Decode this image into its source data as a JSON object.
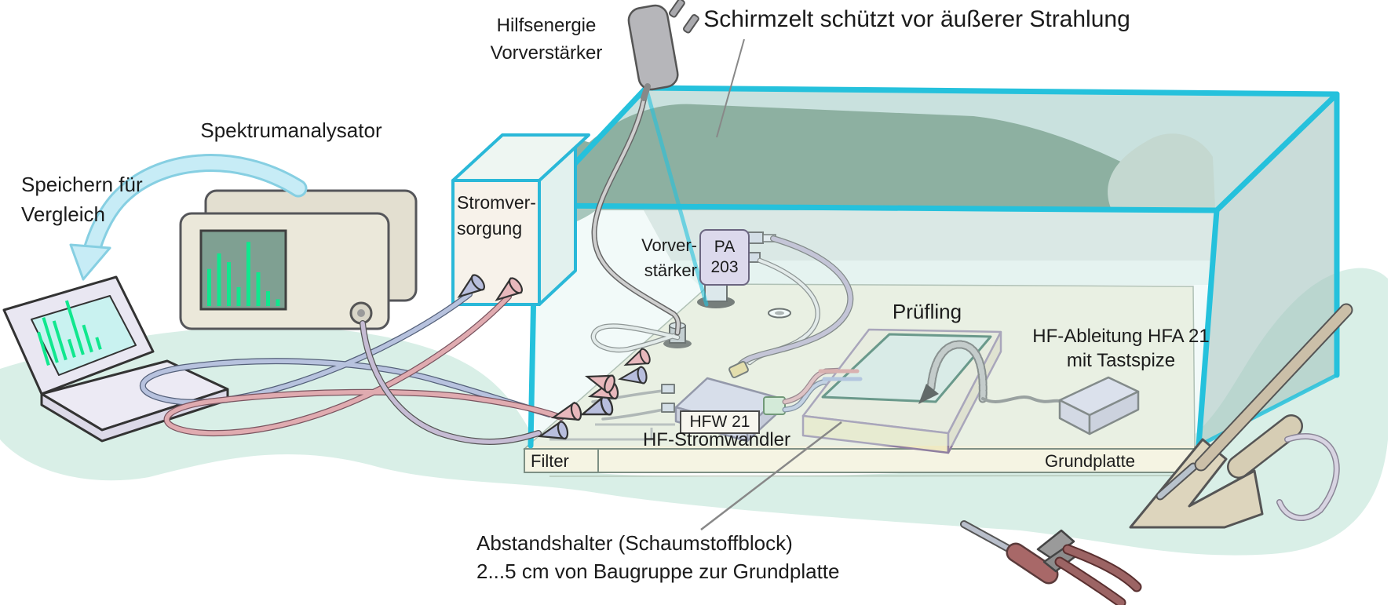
{
  "title": {
    "text": "Schirmzelt schützt vor äußerer Strahlung"
  },
  "labels": {
    "hilfsenergie_line1": "Hilfsenergie",
    "hilfsenergie_line2": "Vorverstärker",
    "spektrumanalysator": "Spektrumanalysator",
    "speichern_line1": "Speichern für",
    "speichern_line2": "Vergleich",
    "stromversorgung_line1": "Stromver-",
    "stromversorgung_line2": "sorgung",
    "vorverstaerker_line1": "Vorver-",
    "vorverstaerker_line2": "stärker",
    "pa_line1": "PA",
    "pa_line2": "203",
    "pruefling": "Prüfling",
    "hf_ableitung_line1": "HF-Ableitung HFA 21",
    "hf_ableitung_line2": "mit Tastspize",
    "hfw": "HFW 21",
    "hf_stromwandler": "HF-Stromwandler",
    "filter": "Filter",
    "grundplatte": "Grundplatte",
    "abstandshalter_line1": "Abstandshalter (Schaumstoffblock)",
    "abstandshalter_line2": "2...5 cm von Baugruppe zur Grundplatte"
  },
  "colors": {
    "frame_cyan": "#25c1dc",
    "mint": "#d9efe7",
    "drape_sage": "#8db0a1",
    "drape_light": "#c4d8d0",
    "spectrum_green": "#10e78e",
    "cable_pink": "#e0abb0",
    "cable_blue": "#b7c2de",
    "cable_lavender": "#c6bcd4",
    "box_lavender": "#dcd9ec",
    "floor_cream": "#f1f0dd"
  },
  "screens": {
    "analyzer_bars": [
      0.55,
      0.78,
      0.65,
      0.28,
      0.95,
      0.5,
      0.22,
      0.1
    ],
    "laptop_bars": [
      0.55,
      0.75,
      0.65,
      0.3,
      0.9,
      0.45,
      0.2
    ]
  }
}
